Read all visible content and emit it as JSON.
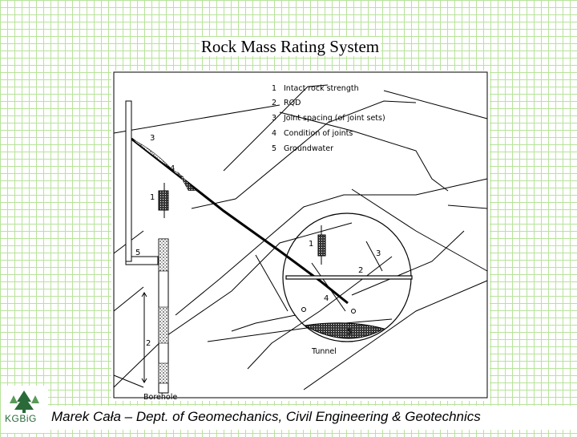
{
  "title": "Rock Mass Rating System",
  "figure": {
    "legend": [
      {
        "num": "1",
        "label": "Intact rock strength"
      },
      {
        "num": "2",
        "label": "RQD"
      },
      {
        "num": "3",
        "label": "Joint spacing (of joint sets)"
      },
      {
        "num": "4",
        "label": "Condition of joints"
      },
      {
        "num": "5",
        "label": "Groundwater"
      }
    ],
    "borehole_label": "Borehole",
    "tunnel_label": "Tunnel",
    "markers": {
      "m1": "1",
      "m2": "2",
      "m3": "3",
      "m4": "4",
      "m5": "5"
    }
  },
  "footer": {
    "author": "Marek Cała – Dept. of Geomechanics, Civil Engineering & Geotechnics",
    "logo_text": "KGBiG"
  },
  "colors": {
    "grid": "#b7e39a",
    "logo_green": "#2a6a38"
  },
  "icons": {
    "logo": "tree-logo-icon"
  }
}
